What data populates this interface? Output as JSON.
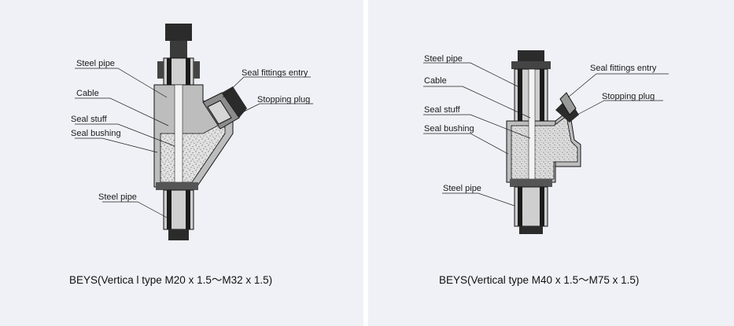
{
  "diagrams": [
    {
      "caption": "BEYS(Vertica l type M20 x 1.5〜M32 x 1.5)",
      "labels": {
        "steel_pipe_top": "Steel pipe",
        "cable": "Cable",
        "seal_stuff": "Seal stuff",
        "seal_bushing": "Seal bushing",
        "steel_pipe_bottom": "Steel pipe",
        "seal_fittings_entry": "Seal fittings entry",
        "stopping_plug": "Stopping plug"
      }
    },
    {
      "caption": "BEYS(Vertical type M40 x 1.5〜M75 x 1.5)",
      "labels": {
        "steel_pipe_top": "Steel pipe",
        "cable": "Cable",
        "seal_stuff": "Seal stuff",
        "seal_bushing": "Seal bushing",
        "steel_pipe_bottom": "Steel pipe",
        "seal_fittings_entry": "Seal fittings entry",
        "stopping_plug": "Stopping plug"
      }
    }
  ],
  "colors": {
    "panel_bg": "#eff1f6",
    "metal_dark": "#2b2b2b",
    "pipe_fill": "#cfcfcf",
    "seal_fill": "#d9d9d9"
  }
}
